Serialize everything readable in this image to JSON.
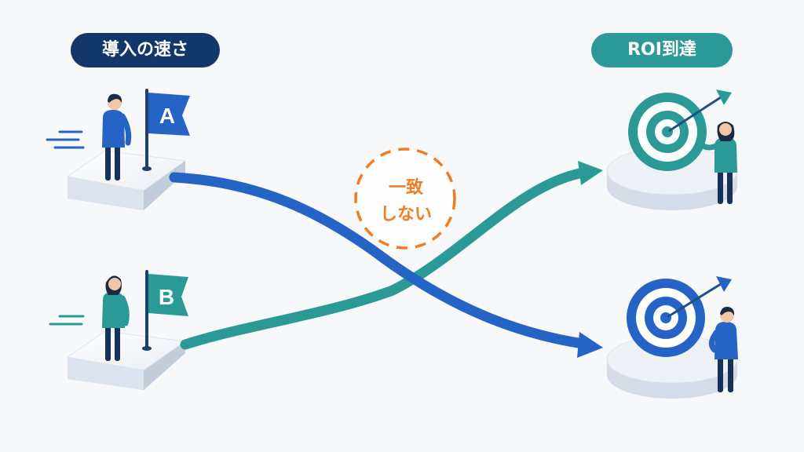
{
  "labels": {
    "speed": "導入の速さ",
    "roi": "ROI到達"
  },
  "flags": {
    "a": "A",
    "b": "B"
  },
  "mismatch": {
    "line1": "一致",
    "line2": "しない"
  },
  "colors": {
    "navy": "#123769",
    "blue": "#2563c4",
    "teal": "#2b9a96",
    "orange": "#f07d22"
  }
}
